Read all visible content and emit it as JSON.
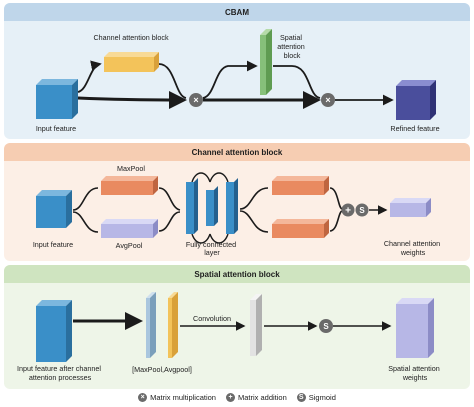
{
  "cbam": {
    "title": "CBAM",
    "channel_attention_block": "Channel attention block",
    "spatial_attention_block": [
      "Spatial",
      "attention",
      "block"
    ],
    "input_feature": "Input feature",
    "refined_feature": "Refined feature"
  },
  "channel_block": {
    "title": "Channel attention block",
    "input_feature": "Input feature",
    "maxpool": "MaxPool",
    "avgpool": "AvgPool",
    "fc_layer": [
      "Fully connected",
      "layer"
    ],
    "output": [
      "Channel attention",
      "weights"
    ]
  },
  "spatial_block": {
    "title": "Spatial attention block",
    "input": [
      "Input feature after channel",
      "attention processes"
    ],
    "pool_concat": "[MaxPool,Avgpool]",
    "convolution": "Convolution",
    "output": [
      "Spatial attention",
      "weights"
    ]
  },
  "legend": {
    "matrix_multiplication": "Matrix multiplication",
    "matrix_addition": "Matrix addition",
    "sigmoid": "Sigmoid",
    "mult_symbol": "×",
    "add_symbol": "+",
    "sigmoid_symbol": "S"
  },
  "colors": {
    "cbam_bg": "#e6f0f7",
    "cbam_header": "#bfd6ea",
    "channel_bg": "#fcefe6",
    "channel_header": "#f6cdb2",
    "spatial_bg": "#eef5e8",
    "spatial_header": "#cfe4c0",
    "blue_cube": "#3a8fc8",
    "navy_cube": "#4a4e9c",
    "orange": "#e98a60",
    "lavender": "#b7b7e6",
    "yellow": "#f3c35a",
    "green": "#86c07a",
    "op_circle": "#6a6a6a"
  }
}
